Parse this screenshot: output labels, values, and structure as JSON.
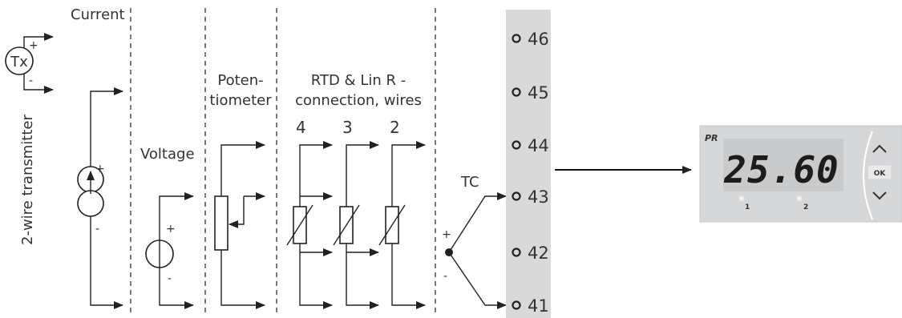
{
  "labels": {
    "current": "Current",
    "transmitter_side": "2-wire transmitter",
    "tx": "Tx",
    "voltage": "Voltage",
    "poten_1": "Poten-",
    "poten_2": "tiometer",
    "rtd_1": "RTD & Lin R -",
    "rtd_2": "connection, wires",
    "wires_4": "4",
    "wires_3": "3",
    "wires_2": "2",
    "tc": "TC",
    "plus": "+",
    "minus": "-"
  },
  "terminals": [
    "46",
    "45",
    "44",
    "43",
    "42",
    "41"
  ],
  "display": {
    "brand": "PR",
    "value": "25.60",
    "ok": "OK",
    "led1": "1",
    "led2": "2"
  },
  "colors": {
    "terminal_strip": "#d9d9d9",
    "panel": "#d6d7d9",
    "screen": "#c9cacc",
    "digits": "#1c1c1c"
  }
}
